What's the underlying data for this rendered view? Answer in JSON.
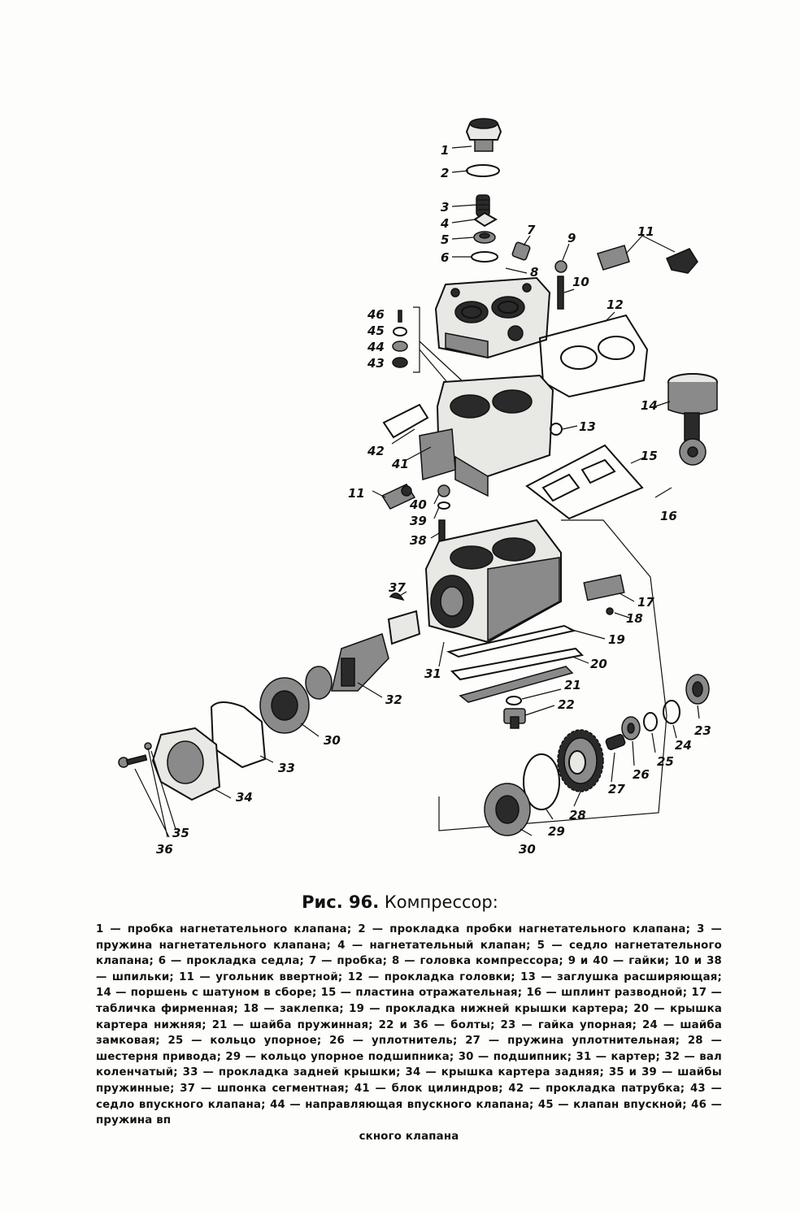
{
  "figure": {
    "title_lead": "Рис. 96.",
    "title_text": "Компрессор:",
    "legend_text": "1 — пробка нагнетательного клапана; 2 — прокладка пробки нагнетательного клапана; 3 — пружина нагнетательного клапана; 4 — нагнетательный клапан; 5 — седло нагнетательного клапана; 6 — прокладка седла; 7 — пробка; 8 — головка компрессора; 9 и 40 — гайки; 10 и 38 — шпильки; 11 — угольник ввертной; 12 — прокладка головки; 13 — заглушка расширяющая; 14 — поршень с шатуном в сборе; 15 — пластина отражательная; 16 — шплинт разводной; 17 — табличка фирменная; 18 — заклепка; 19 — прокладка нижней крышки картера; 20 — крышка картера нижняя; 21 — шайба пружинная; 22 и 36 — болты; 23 — гайка упорная; 24 — шайба замковая; 25 — кольцо упорное; 26 — уплотнитель; 27 — пружина уплотнительная; 28 — шестерня привода; 29 — кольцо упорное подшипника; 30 — подшипник; 31 — картер; 32 — вал коленчатый; 33 — прокладка задней крышки; 34 — крышка картера задняя; 35 и 39 — шайбы пружинные; 37 — шпонка сегментная; 41 — блок цилиндров; 42 — прокладка патрубка; 43 — седло впускного клапана; 44 — направляющая впускного клапана; 45 — клапан впускной; 46 — пружина вп",
    "legend_tail": "скного клапана"
  },
  "callouts": {
    "c1": "1",
    "c2": "2",
    "c3": "3",
    "c4": "4",
    "c5": "5",
    "c6": "6",
    "c7": "7",
    "c8": "8",
    "c9": "9",
    "c10": "10",
    "c11a": "11",
    "c11b": "11",
    "c12": "12",
    "c13": "13",
    "c14": "14",
    "c15": "15",
    "c16": "16",
    "c17": "17",
    "c18": "18",
    "c19": "19",
    "c20": "20",
    "c21": "21",
    "c22": "22",
    "c23": "23",
    "c24": "24",
    "c25": "25",
    "c26": "26",
    "c27": "27",
    "c28": "28",
    "c29": "29",
    "c30a": "30",
    "c30b": "30",
    "c31": "31",
    "c32": "32",
    "c33": "33",
    "c34": "34",
    "c35": "35",
    "c36": "36",
    "c37": "37",
    "c38": "38",
    "c39": "39",
    "c40": "40",
    "c41": "41",
    "c42": "42",
    "c43": "43",
    "c44": "44",
    "c45": "45",
    "c46": "46"
  }
}
